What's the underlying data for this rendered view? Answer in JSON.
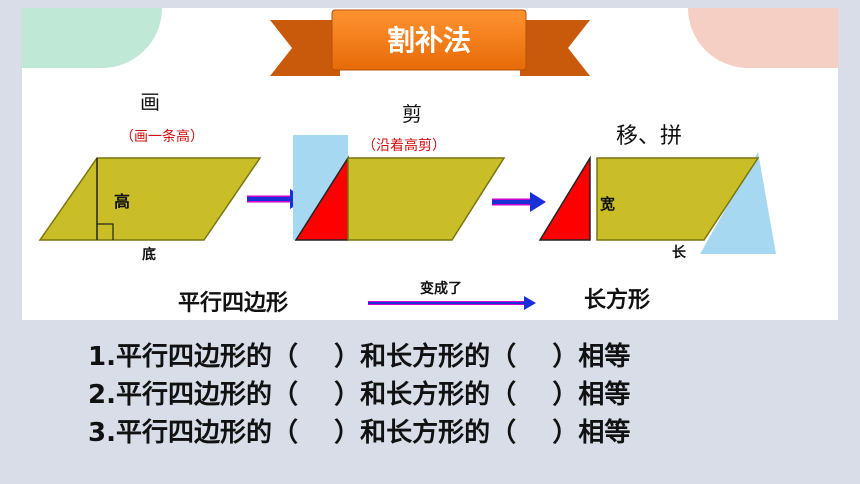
{
  "banner": {
    "title": "割补法",
    "colors": {
      "banner": "#f07a12",
      "ribbon": "#c95a0c"
    }
  },
  "steps": {
    "draw": {
      "title": "画",
      "note": "（画一条高）",
      "height_label": "高",
      "base_label": "底"
    },
    "cut": {
      "title": "剪",
      "note": "（沿着高剪）"
    },
    "move": {
      "title": "移、拼",
      "width_label": "宽",
      "length_label": "长"
    }
  },
  "conversion": {
    "from": "平行四边形",
    "verb": "变成了",
    "to": "长方形"
  },
  "questions": [
    "1.平行四边形的（    ）和长方形的（    ）相等",
    "2.平行四边形的（    ）和长方形的（    ）相等",
    "3.平行四边形的（    ）和长方形的（    ）相等"
  ],
  "colors": {
    "shape_fill": "#c9be27",
    "triangle_fill": "#ff0000",
    "highlight_blue": "#a7d8f2",
    "arrow_blue": "#1b2fd6",
    "arrow_magenta": "#d000d0"
  }
}
